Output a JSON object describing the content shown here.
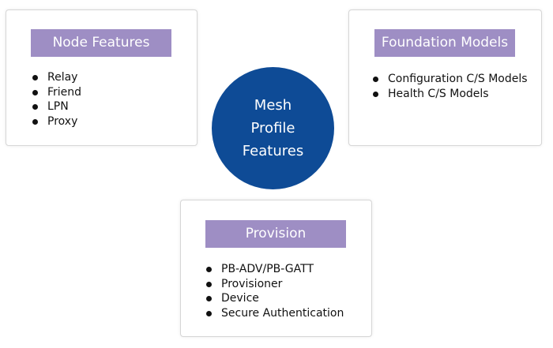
{
  "center": {
    "lines": [
      "Mesh",
      "Profile",
      "Features"
    ]
  },
  "node_features": {
    "title": "Node Features",
    "items": [
      "Relay",
      "Friend",
      "LPN",
      "Proxy"
    ]
  },
  "foundation_models": {
    "title": "Foundation Models",
    "items": [
      "Configuration C/S Models",
      "Health C/S Models"
    ]
  },
  "provision": {
    "title": "Provision",
    "items": [
      "PB-ADV/PB-GATT",
      "Provisioner",
      "Device",
      "Secure Authentication"
    ]
  },
  "colors": {
    "circle": "#0e4b96",
    "title_bar": "#9e8ec4",
    "card_border": "#d6d6d6"
  }
}
